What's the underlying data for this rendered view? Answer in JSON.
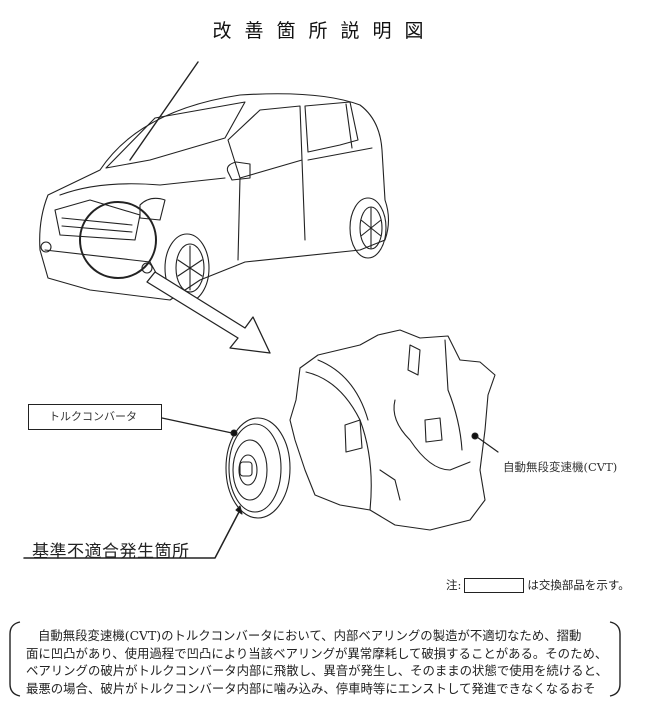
{
  "title": "改善箇所説明図",
  "labels": {
    "torque_converter": "トルクコンバータ",
    "defect_location": "基準不適合発生箇所",
    "cvt": "自動無段変速機(CVT)"
  },
  "note": {
    "prefix": "注:",
    "suffix": "は交換部品を示す。"
  },
  "description": {
    "lines": [
      "自動無段変速機(CVT)のトルクコンバータにおいて、内部ベアリングの製造が不適切なため、摺動",
      "面に凹凸があり、使用過程で凹凸により当該ベアリングが異常摩耗して破損することがある。そのため、",
      "ベアリングの破片がトルクコンバータ内部に飛散し、異音が発生し、そのままの状態で使用を続けると、",
      "最悪の場合、破片がトルクコンバータ内部に噛み込み、停車時等にエンストして発進できなくなるおそ"
    ]
  },
  "illustrations": {
    "car": "hatchback-car-line-drawing",
    "transmission": "cvt-transmission-line-drawing",
    "torque_converter": "torque-converter-line-drawing",
    "arrow": "hollow-arrow-car-to-transmission"
  }
}
